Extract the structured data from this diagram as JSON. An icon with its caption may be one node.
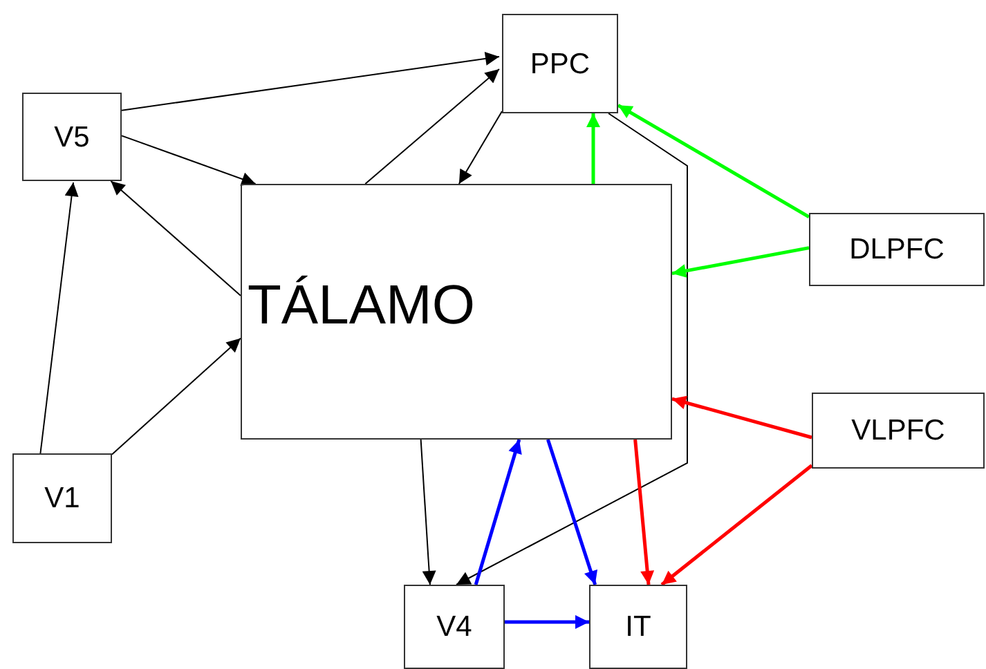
{
  "diagram": {
    "nodes": [
      {
        "text": [
          "PPC"
        ]
      },
      {
        "text": [
          "V5"
        ]
      },
      {
        "text": [
          "TÁLAMO"
        ]
      },
      {
        "text": [
          "DLPFC"
        ]
      },
      {
        "text": [
          "VLPFC"
        ]
      },
      {
        "text": [
          "V1"
        ]
      },
      {
        "text": [
          "V4"
        ]
      },
      {
        "text": [
          "IT"
        ]
      }
    ],
    "edges": [
      {
        "from": 1,
        "to": 0,
        "arrow": "to"
      },
      {
        "from": 1,
        "to": 2,
        "arrow": "to"
      },
      {
        "from": 2,
        "to": 0,
        "arrow": "to"
      },
      {
        "from": 0,
        "to": 2,
        "arrow": "to"
      },
      {
        "from": 2,
        "to": 1,
        "arrow": "to"
      },
      {
        "from": 5,
        "to": 1,
        "arrow": "to"
      },
      {
        "from": 5,
        "to": 2,
        "arrow": "to"
      },
      {
        "from": 2,
        "to": 6,
        "arrow": "to"
      },
      {
        "from": 0,
        "to": 6,
        "arrow": "to"
      },
      {
        "from": 6,
        "to": 2,
        "arrow": "to",
        "style": "thick",
        "color": "#0000ff"
      },
      {
        "from": 2,
        "to": 7,
        "arrow": "to",
        "style": "thick",
        "color": "#0000ff"
      },
      {
        "from": 6,
        "to": 7,
        "arrow": "to",
        "style": "thick",
        "color": "#0000ff"
      },
      {
        "from": 2,
        "to": 0,
        "arrow": "to",
        "style": "thick",
        "color": "#00ff00"
      },
      {
        "from": 3,
        "to": 0,
        "arrow": "to",
        "style": "thick",
        "color": "#00ff00"
      },
      {
        "from": 3,
        "to": 2,
        "arrow": "to",
        "style": "thick",
        "color": "#00ff00"
      },
      {
        "from": 4,
        "to": 2,
        "arrow": "to",
        "style": "thick",
        "color": "#ff0000"
      },
      {
        "from": 2,
        "to": 7,
        "arrow": "to",
        "style": "thick",
        "color": "#ff0000"
      },
      {
        "from": 4,
        "to": 7,
        "arrow": "to",
        "style": "thick",
        "color": "#ff0000"
      }
    ]
  }
}
